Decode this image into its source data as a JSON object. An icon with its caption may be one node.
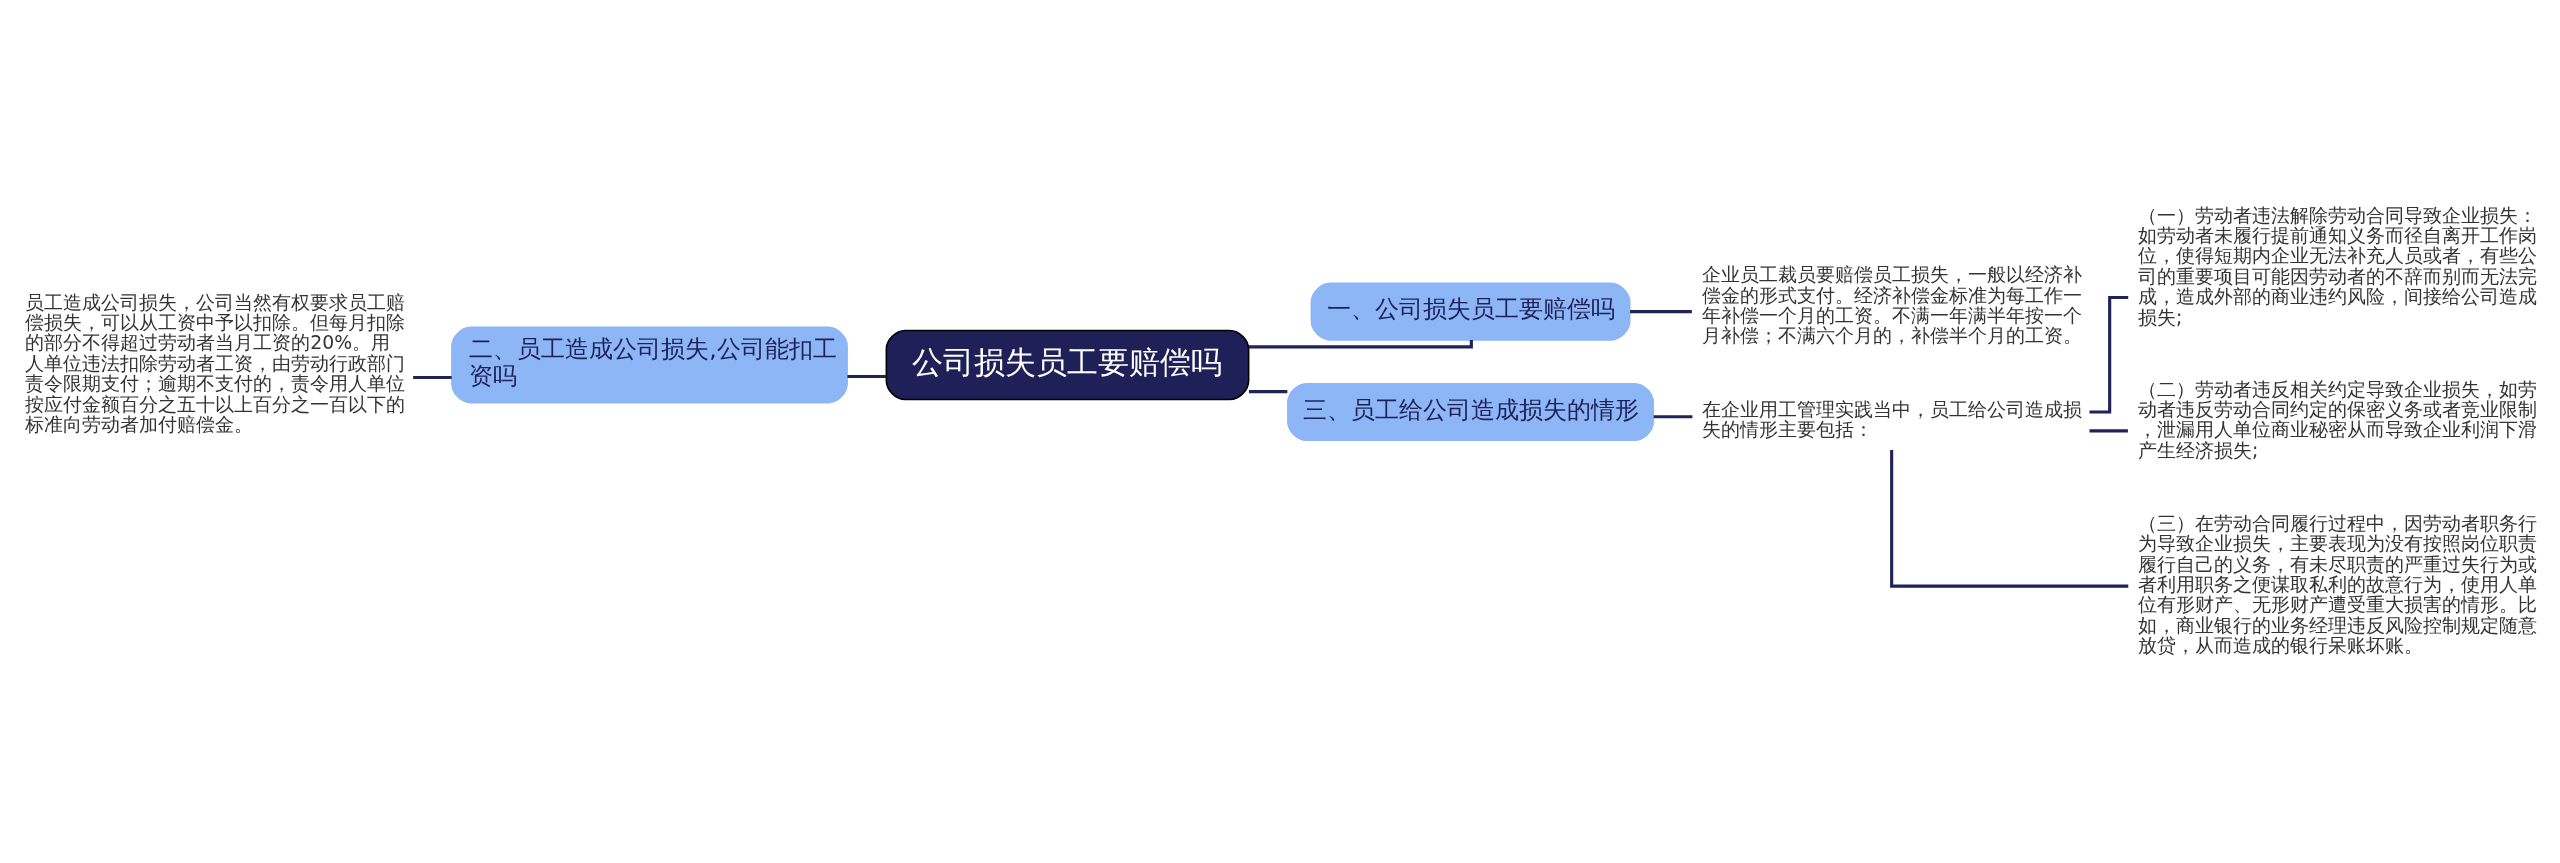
{
  "diagram": {
    "nodes": [
      {
        "text": [
          "公司损失员工要赔偿吗"
        ]
      },
      {
        "text": [
          "一、公司损失员工要赔偿吗"
        ]
      },
      {
        "text": [
          "企业员工裁员要赔偿员工损失，一般以经济补偿金的形式支付。经济补偿金标准为每工作一年补偿一个月的工资。不满一年满半年按一个月补偿；不满六个月的，补偿半个月的工资。"
        ]
      },
      {
        "text": [
          "二、员工造成公司损失,公司能扣工资吗"
        ]
      },
      {
        "text": [
          "员工造成公司损失，公司当然有权要求员工赔偿损失，可以从工资中予以扣除。但每月扣除的部分不得超过劳动者当月工资的20%。用人单位违法扣除劳动者工资，由劳动行政部门责令限期支付；逾期不支付的，责令用人单位按应付金额百分之五十以上百分之一百以下的标准向劳动者加付赔偿金。"
        ]
      },
      {
        "text": [
          "三、员工给公司造成损失的情形"
        ]
      },
      {
        "text": [
          "在企业用工管理实践当中，员工给公司造成损失的情形主要包括："
        ]
      },
      {
        "text": [
          "（一）劳动者违法解除劳动合同导致企业损失：如劳动者未履行提前通知义务而径自离开工作岗位，使得短期内企业无法补充人员或者，有些公司的重要项目可能因劳动者的不辞而别而无法完成，造成外部的商业违约风险，间接给公司造成损失;"
        ]
      },
      {
        "text": [
          "（二）劳动者违反相关约定导致企业损失，如劳动者违反劳动合同约定的保密义务或者竞业限制，泄漏用人单位商业秘密从而导致企业利润下滑产生经济损失;"
        ]
      },
      {
        "text": [
          "（三）在劳动合同履行过程中，因劳动者职务行为导致企业损失，主要表现为没有按照岗位职责履行自己的义务，有未尽职责的严重过失行为或者利用职务之便谋取私利的故意行为，使用人单位有形财产、无形财产遭受重大损害的情形。比如，商业银行的业务经理违反风险控制规定随意放贷，从而造成的银行呆账坏账。"
        ]
      }
    ],
    "edges": [
      {
        "from": 0,
        "to": 1,
        "arrow": "none"
      },
      {
        "from": 1,
        "to": 2,
        "arrow": "none"
      },
      {
        "from": 0,
        "to": 3,
        "arrow": "none"
      },
      {
        "from": 3,
        "to": 4,
        "arrow": "none"
      },
      {
        "from": 0,
        "to": 5,
        "arrow": "none"
      },
      {
        "from": 5,
        "to": 6,
        "arrow": "none"
      },
      {
        "from": 6,
        "to": 7,
        "arrow": "none"
      },
      {
        "from": 6,
        "to": 8,
        "arrow": "none"
      },
      {
        "from": 6,
        "to": 9,
        "arrow": "none"
      }
    ]
  }
}
